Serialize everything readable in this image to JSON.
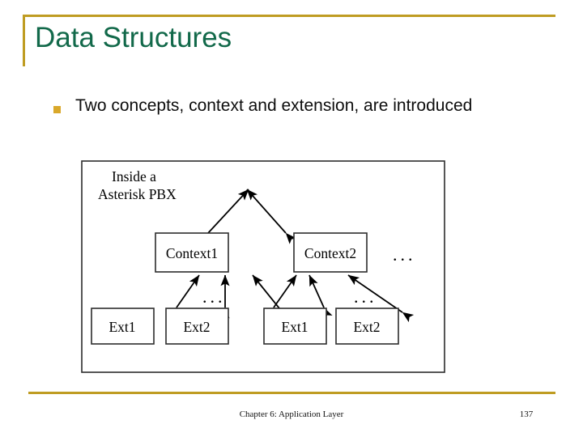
{
  "slide": {
    "title": "Data Structures",
    "accent_color": "#bf9c22",
    "title_color": "#12694a",
    "bullet_color": "#d9a82a",
    "background_color": "#ffffff"
  },
  "body": {
    "bullets": [
      {
        "marker": "square-bullet",
        "text": "Two concepts, context and extension, are introduced"
      }
    ]
  },
  "diagram": {
    "caption_line1": "Inside a",
    "caption_line2": "Asterisk PBX",
    "boxes": [
      {
        "id": "context1",
        "label": "Context1"
      },
      {
        "id": "context2",
        "label": "Context2"
      },
      {
        "id": "left-ext1",
        "label": "Ext1"
      },
      {
        "id": "left-ext2",
        "label": "Ext2"
      },
      {
        "id": "right-ext1",
        "label": "Ext1"
      },
      {
        "id": "right-ext2",
        "label": "Ext2"
      }
    ],
    "ellipses": [
      {
        "id": "ellipsis-right-of-context2",
        "text": "..."
      },
      {
        "id": "ellipsis-left-ext-row",
        "text": "..."
      },
      {
        "id": "ellipsis-right-ext-row",
        "text": "..."
      }
    ]
  },
  "footer": {
    "center_text": "Chapter 6: Application Layer",
    "page_number": "137"
  }
}
